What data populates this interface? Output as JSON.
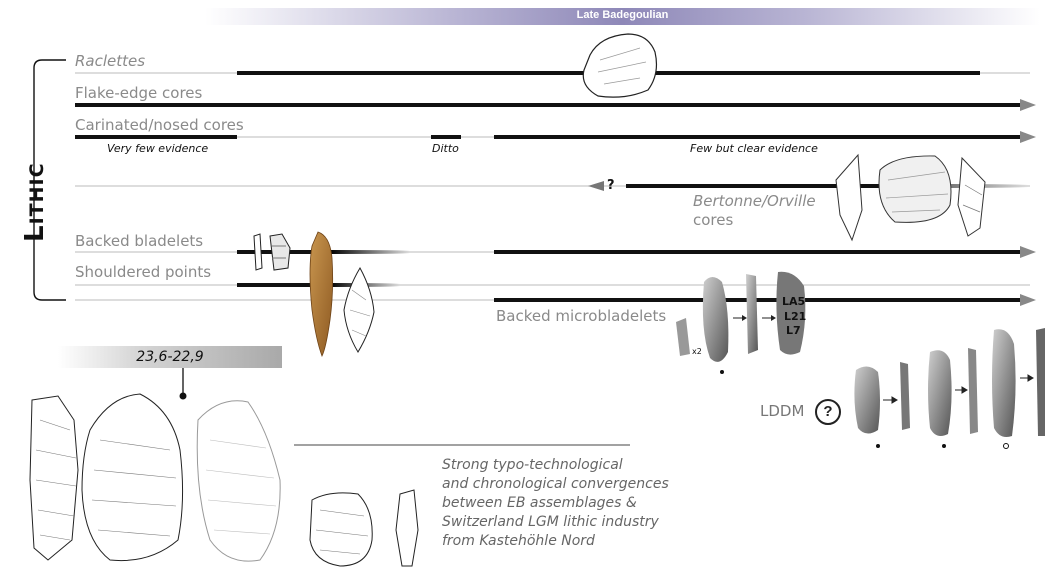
{
  "period_band": "Late Badegoulian",
  "category": {
    "first_letter": "L",
    "rest": "ITHIC"
  },
  "rows": {
    "raclettes": "Raclettes",
    "flake_edge_cores": "Flake-edge cores",
    "carinated_cores": "Carinated/nosed cores",
    "bertonne_line1": "Bertonne/Orville",
    "bertonne_line2": "cores",
    "backed_bladelets": "Backed bladelets",
    "shouldered_points": "Shouldered points",
    "backed_microbladelets": "Backed microbladelets"
  },
  "notes": {
    "very_few": "Very few evidence",
    "ditto": "Ditto",
    "few_clear": "Few but clear evidence",
    "question": "?",
    "x2": "x2"
  },
  "date_range": "23,6-22,9",
  "convergence_text": [
    "Strong typo-technological",
    "and chronological convergences",
    "between EB assemblages &",
    "Switzerland LGM lithic industry",
    "from Kastehöhle Nord"
  ],
  "lddm": {
    "label": "LDDM",
    "question": "?"
  }
}
